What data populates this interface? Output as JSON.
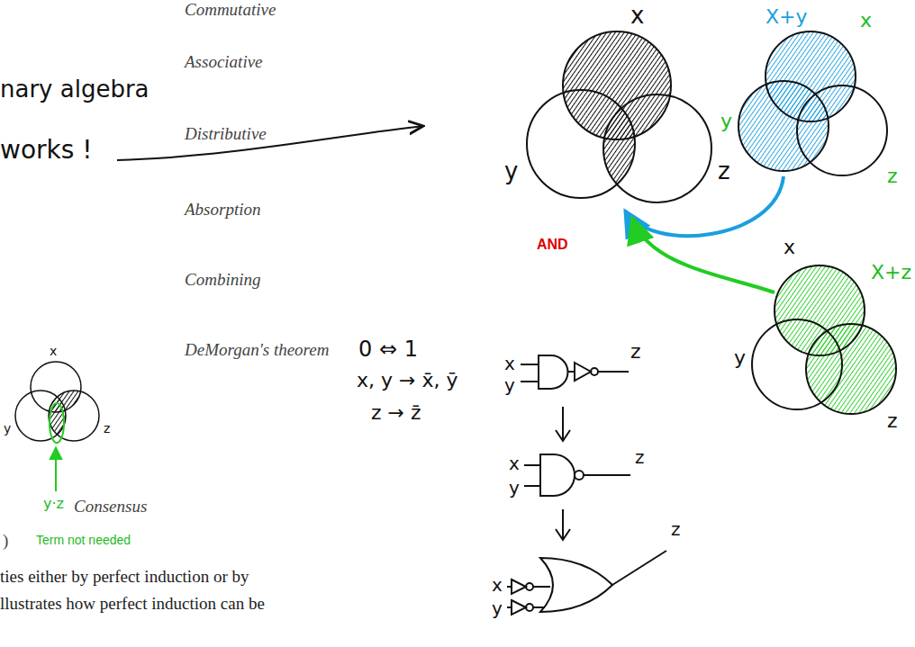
{
  "diagram": {
    "labels": [
      "Commutative",
      "x",
      "X+y",
      "x",
      "Associative",
      "nary algebra",
      "y",
      "Distributive",
      "works !",
      "z",
      "y",
      "z",
      "Absorption",
      "AND",
      "x",
      "X+z",
      "Combining",
      "x",
      "0 ⇔ 1",
      "DeMorgan's theorem",
      "z",
      "y",
      "x",
      "x, y → x̄, ȳ",
      "y",
      "z → z̄",
      "y",
      "z",
      "z",
      "z",
      "x",
      "y",
      "y·z",
      "Consensus",
      "z",
      ")",
      "Term not needed",
      "x",
      "ties either by perfect induction or by",
      "y",
      "llustrates how perfect induction can be"
    ]
  }
}
